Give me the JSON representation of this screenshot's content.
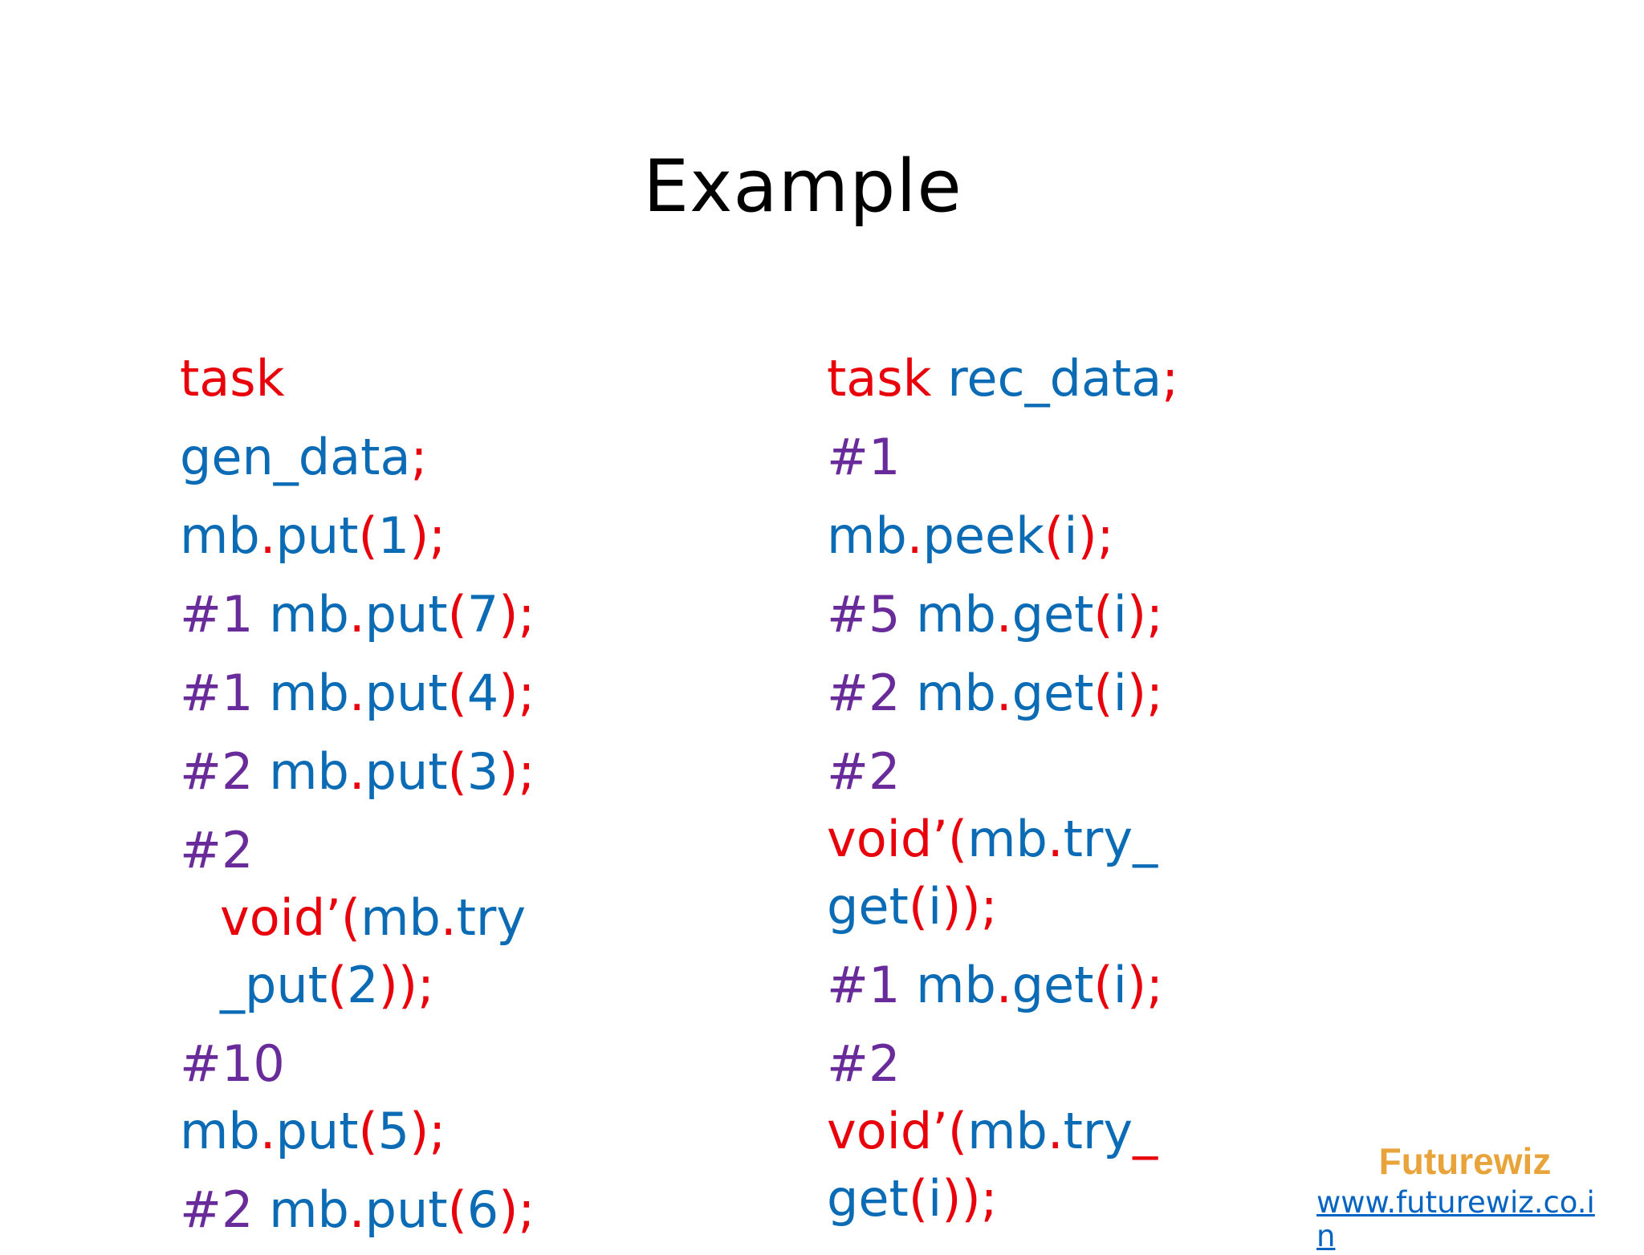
{
  "title": "Example",
  "colors": {
    "keyword": "#e8000b",
    "identifier": "#0b6bb5",
    "delay": "#6a2b9a",
    "logo": "#e8a33a",
    "link": "#0563c1"
  },
  "left_column": [
    {
      "lines": [
        [
          [
            "task",
            "kw"
          ]
        ]
      ]
    },
    {
      "lines": [
        [
          [
            "gen_data",
            "id"
          ],
          [
            ";",
            "kw"
          ]
        ]
      ]
    },
    {
      "lines": [
        [
          [
            "mb",
            "id"
          ],
          [
            ".",
            "kw"
          ],
          [
            "put",
            "id"
          ],
          [
            "(",
            "kw"
          ],
          [
            "1",
            "id"
          ],
          [
            ");",
            "kw"
          ]
        ]
      ]
    },
    {
      "lines": [
        [
          [
            "#1 ",
            "dl"
          ],
          [
            "mb",
            "id"
          ],
          [
            ".",
            "kw"
          ],
          [
            "put",
            "id"
          ],
          [
            "(",
            "kw"
          ],
          [
            "7",
            "id"
          ],
          [
            ");",
            "kw"
          ]
        ]
      ]
    },
    {
      "lines": [
        [
          [
            "#1 ",
            "dl"
          ],
          [
            "mb",
            "id"
          ],
          [
            ".",
            "kw"
          ],
          [
            "put",
            "id"
          ],
          [
            "(",
            "kw"
          ],
          [
            "4",
            "id"
          ],
          [
            ");",
            "kw"
          ]
        ]
      ]
    },
    {
      "lines": [
        [
          [
            "#2 ",
            "dl"
          ],
          [
            "mb",
            "id"
          ],
          [
            ".",
            "kw"
          ],
          [
            "put",
            "id"
          ],
          [
            "(",
            "kw"
          ],
          [
            "3",
            "id"
          ],
          [
            ");",
            "kw"
          ]
        ]
      ]
    },
    {
      "indent": true,
      "lines": [
        [
          [
            "#2",
            "dl"
          ]
        ],
        [
          [
            "void’(",
            "kw"
          ],
          [
            "mb",
            "id"
          ],
          [
            ".",
            "kw"
          ],
          [
            "try",
            "id"
          ]
        ],
        [
          [
            "_put",
            "id"
          ],
          [
            "(",
            "kw"
          ],
          [
            "2",
            "id"
          ],
          [
            "));",
            "kw"
          ]
        ]
      ]
    },
    {
      "lines": [
        [
          [
            "#10",
            "dl"
          ]
        ],
        [
          [
            "mb",
            "id"
          ],
          [
            ".",
            "kw"
          ],
          [
            "put",
            "id"
          ],
          [
            "(",
            "kw"
          ],
          [
            "5",
            "id"
          ],
          [
            ");",
            "kw"
          ]
        ]
      ]
    },
    {
      "lines": [
        [
          [
            "#2 ",
            "dl"
          ],
          [
            "mb",
            "id"
          ],
          [
            ".",
            "kw"
          ],
          [
            "put",
            "id"
          ],
          [
            "(",
            "kw"
          ],
          [
            "6",
            "id"
          ],
          [
            ");",
            "kw"
          ]
        ]
      ]
    }
  ],
  "right_column": [
    {
      "lines": [
        [
          [
            "task ",
            "kw"
          ],
          [
            "rec_data",
            "id"
          ],
          [
            ";",
            "kw"
          ]
        ]
      ]
    },
    {
      "lines": [
        [
          [
            "#1",
            "dl"
          ]
        ]
      ]
    },
    {
      "lines": [
        [
          [
            "mb",
            "id"
          ],
          [
            ".",
            "kw"
          ],
          [
            "peek",
            "id"
          ],
          [
            "(",
            "kw"
          ],
          [
            "i",
            "id"
          ],
          [
            ");",
            "kw"
          ]
        ]
      ]
    },
    {
      "lines": [
        [
          [
            "#5 ",
            "dl"
          ],
          [
            "mb",
            "id"
          ],
          [
            ".",
            "kw"
          ],
          [
            "get",
            "id"
          ],
          [
            "(",
            "kw"
          ],
          [
            "i",
            "id"
          ],
          [
            ");",
            "kw"
          ]
        ]
      ]
    },
    {
      "lines": [
        [
          [
            "#2 ",
            "dl"
          ],
          [
            "mb",
            "id"
          ],
          [
            ".",
            "kw"
          ],
          [
            "get",
            "id"
          ],
          [
            "(",
            "kw"
          ],
          [
            "i",
            "id"
          ],
          [
            ");",
            "kw"
          ]
        ]
      ]
    },
    {
      "lines": [
        [
          [
            "#2",
            "dl"
          ]
        ],
        [
          [
            "void’(",
            "kw"
          ],
          [
            "mb",
            "id"
          ],
          [
            ".",
            "kw"
          ],
          [
            "try_",
            "id"
          ]
        ],
        [
          [
            "get",
            "id"
          ],
          [
            "(",
            "kw"
          ],
          [
            "i",
            "id"
          ],
          [
            "));",
            "kw"
          ]
        ]
      ]
    },
    {
      "lines": [
        [
          [
            "#1 ",
            "dl"
          ],
          [
            "mb",
            "id"
          ],
          [
            ".",
            "kw"
          ],
          [
            "get",
            "id"
          ],
          [
            "(",
            "kw"
          ],
          [
            "i",
            "id"
          ],
          [
            ");",
            "kw"
          ]
        ]
      ]
    },
    {
      "lines": [
        [
          [
            "#2",
            "dl"
          ]
        ],
        [
          [
            "void’(",
            "kw"
          ],
          [
            "mb",
            "id"
          ],
          [
            ".",
            "kw"
          ],
          [
            "try",
            "id"
          ],
          [
            "_",
            "kw"
          ]
        ],
        [
          [
            "get",
            "id"
          ],
          [
            "(",
            "kw"
          ],
          [
            "i",
            "id"
          ],
          [
            "));",
            "kw"
          ]
        ]
      ]
    }
  ],
  "footer": {
    "logo_text": "Futurewiz",
    "url": "www.futurewiz.co.in"
  }
}
